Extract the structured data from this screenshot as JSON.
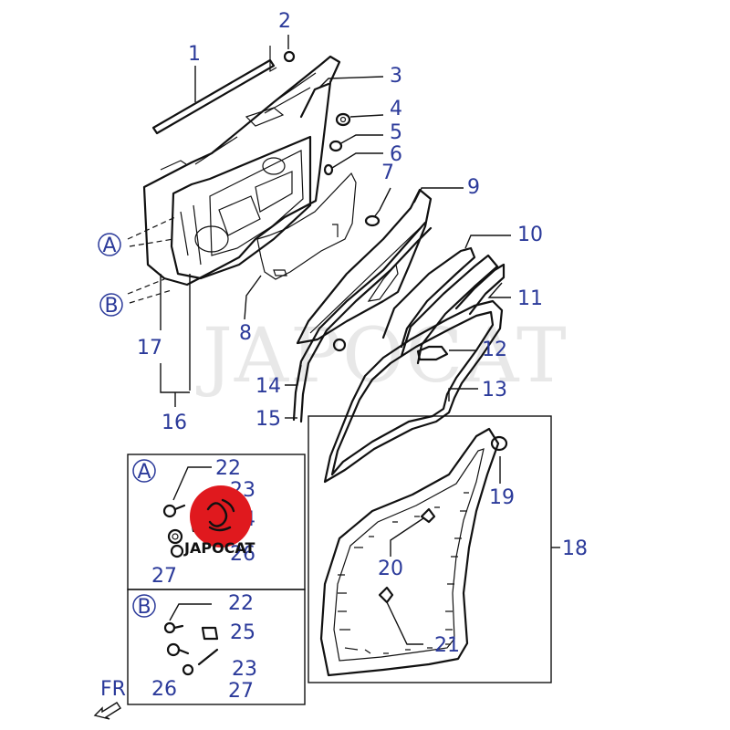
{
  "watermark": "JAPOCAT",
  "logo_text": "JAPOCAT",
  "front_indicator": "FR",
  "callouts": {
    "n1": "1",
    "n2": "2",
    "n3": "3",
    "n4": "4",
    "n5": "5",
    "n6": "6",
    "n7": "7",
    "n8": "8",
    "n9": "9",
    "n10": "10",
    "n11": "11",
    "n12": "12",
    "n13": "13",
    "n14": "14",
    "n15": "15",
    "n16": "16",
    "n17": "17",
    "n18": "18",
    "n19": "19",
    "n20": "20",
    "n21": "21"
  },
  "detail_refs": {
    "a": "A",
    "b": "B"
  },
  "detail_a": {
    "ref": "A",
    "n22": "22",
    "n23": "23",
    "n24": "24",
    "n26": "26",
    "n27": "27"
  },
  "detail_b": {
    "ref": "B",
    "n22": "22",
    "n25": "25",
    "n23": "23",
    "n26": "26",
    "n27": "27"
  },
  "colors": {
    "label": "#2b3a9a",
    "line": "#111111",
    "logo_badge": "#e0191e"
  }
}
